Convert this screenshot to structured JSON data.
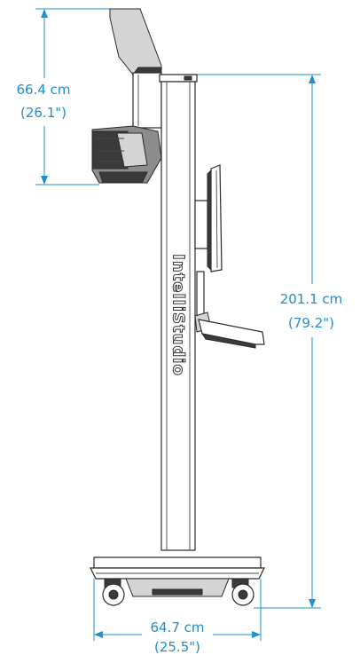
{
  "product": {
    "brand": "IntelliStudio"
  },
  "dimensions": {
    "top_height": {
      "metric": "66.4 cm",
      "imperial": "(26.1\")"
    },
    "total_height": {
      "metric": "201.1 cm",
      "imperial": "(79.2\")"
    },
    "base_width": {
      "metric": "64.7 cm",
      "imperial": "(25.5\")"
    }
  },
  "colors": {
    "dimension_accent": "#1e8fd0",
    "outline": "#2b2b2b"
  }
}
